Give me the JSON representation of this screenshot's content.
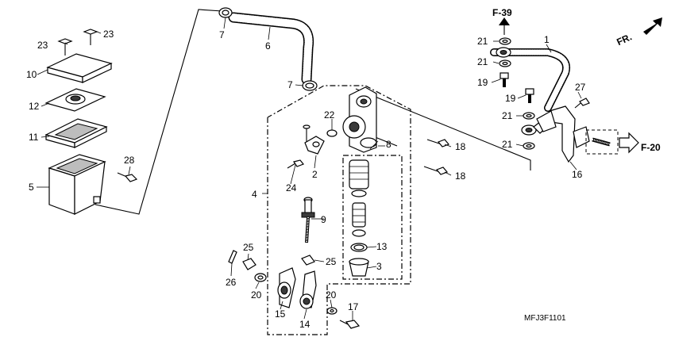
{
  "diagram": {
    "callouts": {
      "c1": "1",
      "c2": "2",
      "c3": "3",
      "c4": "4",
      "c5": "5",
      "c6": "6",
      "c7a": "7",
      "c7b": "7",
      "c8": "8",
      "c9": "9",
      "c10": "10",
      "c11": "11",
      "c12": "12",
      "c13": "13",
      "c14": "14",
      "c15": "15",
      "c16": "16",
      "c17": "17",
      "c18a": "18",
      "c18b": "18",
      "c19a": "19",
      "c19b": "19",
      "c20a": "20",
      "c20b": "20",
      "c21a": "21",
      "c21b": "21",
      "c21c": "21",
      "c21d": "21",
      "c22": "22",
      "c23a": "23",
      "c23b": "23",
      "c24": "24",
      "c25a": "25",
      "c25b": "25",
      "c26": "26",
      "c27": "27",
      "c28": "28"
    },
    "refs": {
      "f39": "F-39",
      "f20": "F-20",
      "front": "FR."
    },
    "code": "MFJ3F1101"
  }
}
